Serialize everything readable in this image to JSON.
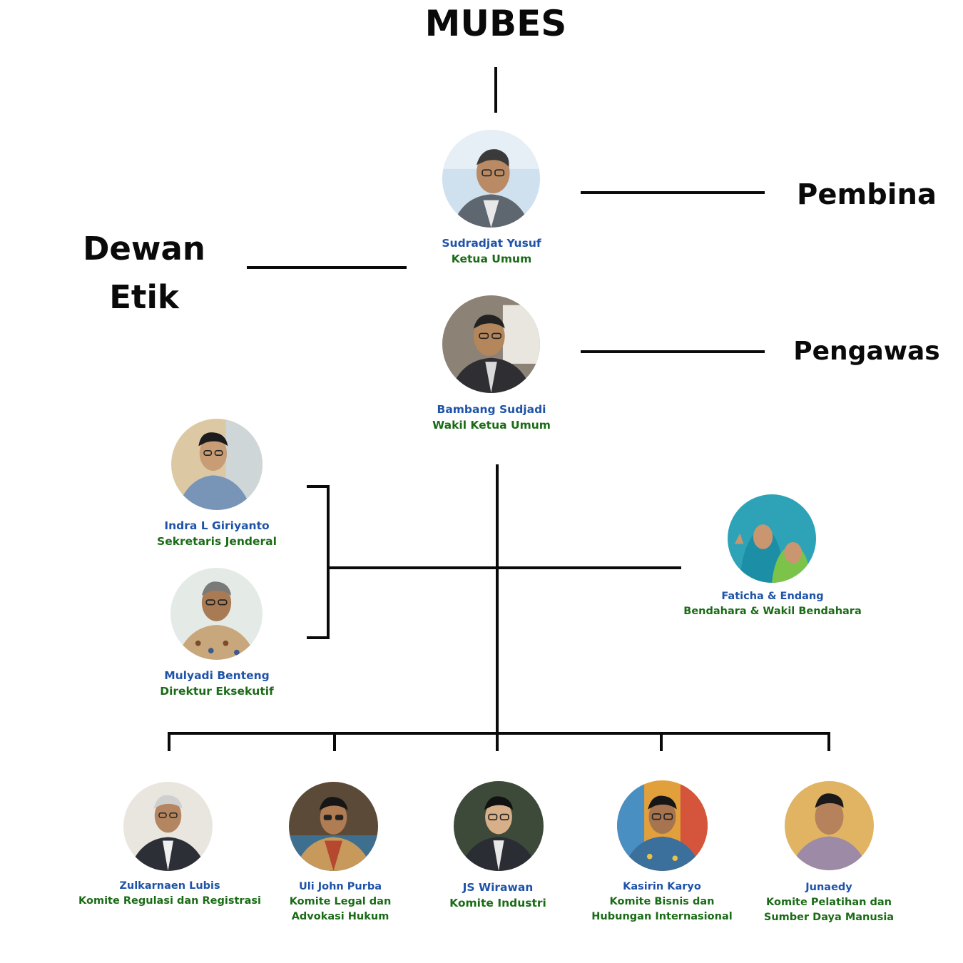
{
  "diagram": {
    "top": "MUBES",
    "dewan_etik": [
      "Dewan",
      "Etik"
    ],
    "pembina": "Pembina",
    "pengawas": "Pengawas"
  },
  "people": {
    "ketua": {
      "name": "Sudradjat Yusuf",
      "role": "Ketua Umum"
    },
    "wakil": {
      "name": "Bambang Sudjadi",
      "role": "Wakil Ketua Umum"
    },
    "sekjen": {
      "name": "Indra L Giriyanto",
      "role": "Sekretaris Jenderal"
    },
    "direktur": {
      "name": "Mulyadi Benteng",
      "role": "Direktur Eksekutif"
    },
    "bendahara": {
      "name": "Faticha & Endang",
      "role": "Bendahara & Wakil Bendahara"
    }
  },
  "committees": [
    {
      "name": "Zulkarnaen Lubis",
      "role": [
        "Komite Regulasi dan Registrasi"
      ]
    },
    {
      "name": "Uli John Purba",
      "role": [
        "Komite Legal dan",
        "Advokasi Hukum"
      ]
    },
    {
      "name": "JS Wirawan",
      "role": [
        "Komite Industri"
      ]
    },
    {
      "name": "Kasirin Karyo",
      "role": [
        "Komite Bisnis dan",
        "Hubungan Internasional"
      ]
    },
    {
      "name": "Junaedy",
      "role": [
        "Komite Pelatihan dan",
        "Sumber Daya Manusia"
      ]
    }
  ]
}
